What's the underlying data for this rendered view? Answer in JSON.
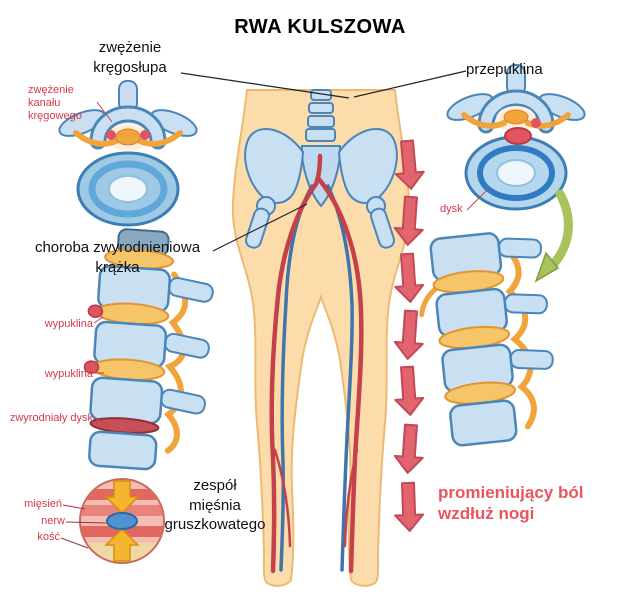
{
  "title": "RWA KULSZOWA",
  "left": {
    "stenosis_label": "zwężenie\nkręgosłupa",
    "canal_stenosis_label": "zwężenie\nkanału\nkręgowego",
    "degenerative_label": "choroba zwyrodnieniowa\nkrążka",
    "bulge_label_1": "wypuklina",
    "bulge_label_2": "wypuklina",
    "degenerated_disc_label": "zwyrodniały dysk",
    "muscle_label": "mięsień",
    "nerve_label": "nerw",
    "bone_label": "kość",
    "piriformis_label": "zespół\nmięśnia\ngruszkowatego"
  },
  "right": {
    "hernia_label": "przepuklina",
    "disc_label": "dysk",
    "pain_label": "promieniujący ból\nwzdłuż nogi"
  },
  "colors": {
    "label_red": "#d63a47",
    "pain_red": "#e8555f",
    "arrow_red": "#e2646e",
    "green_arrow": "#a9c25c",
    "bone_blue": "#c9e0f2",
    "bone_outline": "#4a86b8",
    "skin": "#fcdcaa",
    "disc_orange": "#f6c469",
    "nerve_orange": "#f2a43c"
  }
}
